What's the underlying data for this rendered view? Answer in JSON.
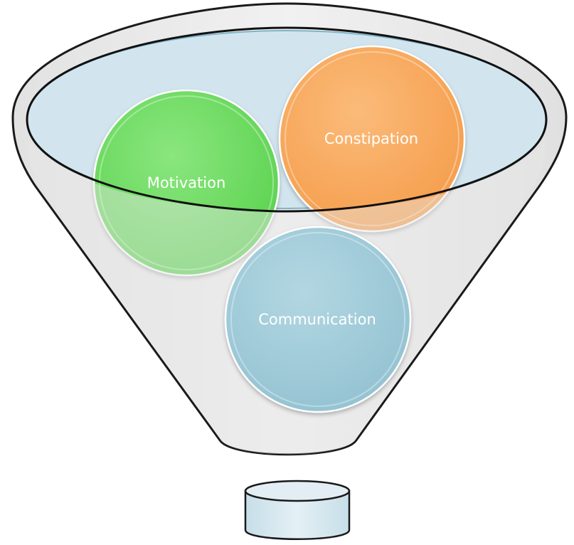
{
  "diagram": {
    "type": "funnel",
    "items": [
      {
        "label": "Motivation",
        "color": "#66d95c"
      },
      {
        "label": "Constipation",
        "color": "#f7a65a"
      },
      {
        "label": "Communication",
        "color": "#9cc8d6"
      }
    ],
    "funnel_fill": "#ececec",
    "rim_fill": "#d4e6ee",
    "output_fill": "#d6e8f0"
  }
}
